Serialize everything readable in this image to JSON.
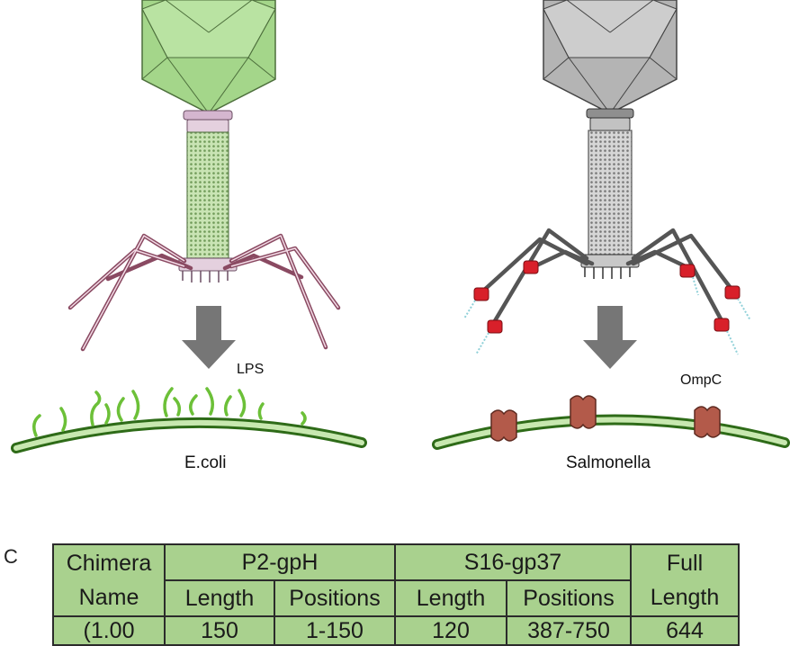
{
  "labels": {
    "lps": "LPS",
    "ecoli": "E.coli",
    "ompc": "OmpC",
    "salmonella": "Salmonella",
    "panel": "C"
  },
  "table": {
    "col_chimera_name": "Chimera Name",
    "group_p2": "P2-gpH",
    "group_s16": "S16-gp37",
    "col_full_length": "Full Length",
    "sub_length": "Length",
    "sub_positions": "Positions",
    "partial_row": [
      "(1.00",
      "150",
      "1-150",
      "120",
      "387-750",
      "644"
    ]
  },
  "colors": {
    "ecoli_phage_head": "#a4d68a",
    "salmonella_phage_head": "#b4b4b4",
    "ecoli_tail_fibers": "#8a4a62",
    "salmonella_tail_fibers": "#555555",
    "receptor_binding_tips": "#d8202a",
    "membrane": "#55a92b",
    "ompc_porin": "#b35a4a",
    "arrow": "#767676",
    "table_fill": "#a9d18e"
  },
  "icons": [
    "ecoli-phage-icon",
    "salmonella-phage-icon",
    "down-arrow-icon",
    "membrane-icon",
    "porin-icon"
  ]
}
